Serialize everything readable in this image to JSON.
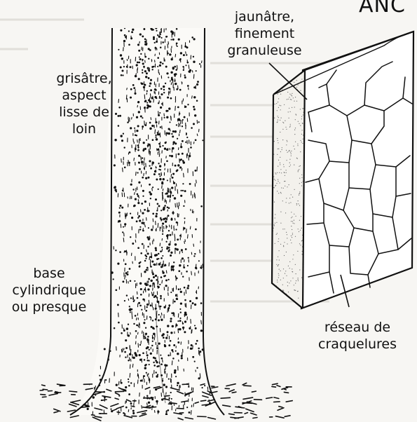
{
  "corner_text": "ANC",
  "labels": {
    "grey": [
      "grisâtre,",
      "aspect",
      "lisse de",
      "loin"
    ],
    "base": [
      "base",
      "cylindrique",
      "ou presque"
    ],
    "yellow": [
      "jaunâtre,",
      "finement",
      "granuleuse"
    ],
    "network": [
      "réseau de",
      "craquelures"
    ]
  }
}
